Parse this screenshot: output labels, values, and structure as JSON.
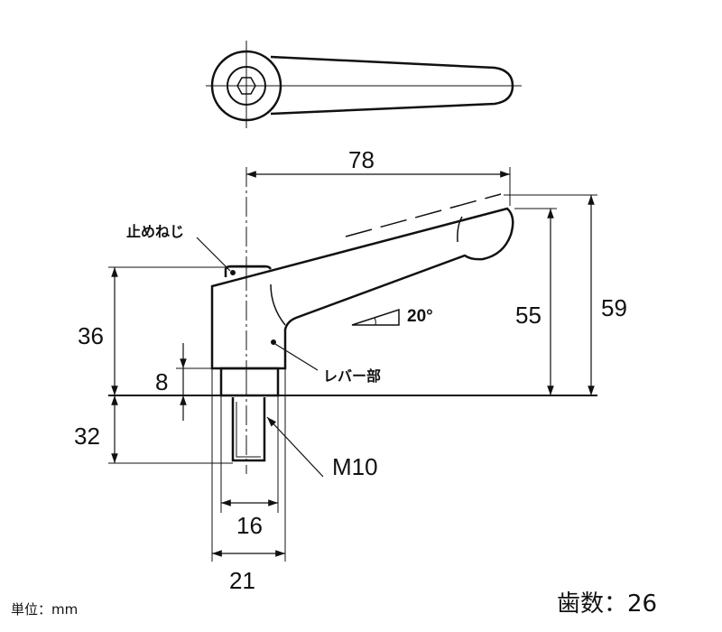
{
  "drawing": {
    "labels": {
      "set_screw": "止めねじ",
      "lever_part": "レバー部",
      "thread": "M10",
      "angle": "20°"
    },
    "dimensions": {
      "length": "78",
      "body_height": "36",
      "collar_height": "8",
      "thread_length": "32",
      "height_55": "55",
      "height_59": "59",
      "thread_collar_dia": "16",
      "body_dia": "21"
    },
    "unit_note": "単位：mm",
    "teeth_count": "歯数：26"
  },
  "colors": {
    "line": "#111111",
    "background": "#ffffff"
  }
}
